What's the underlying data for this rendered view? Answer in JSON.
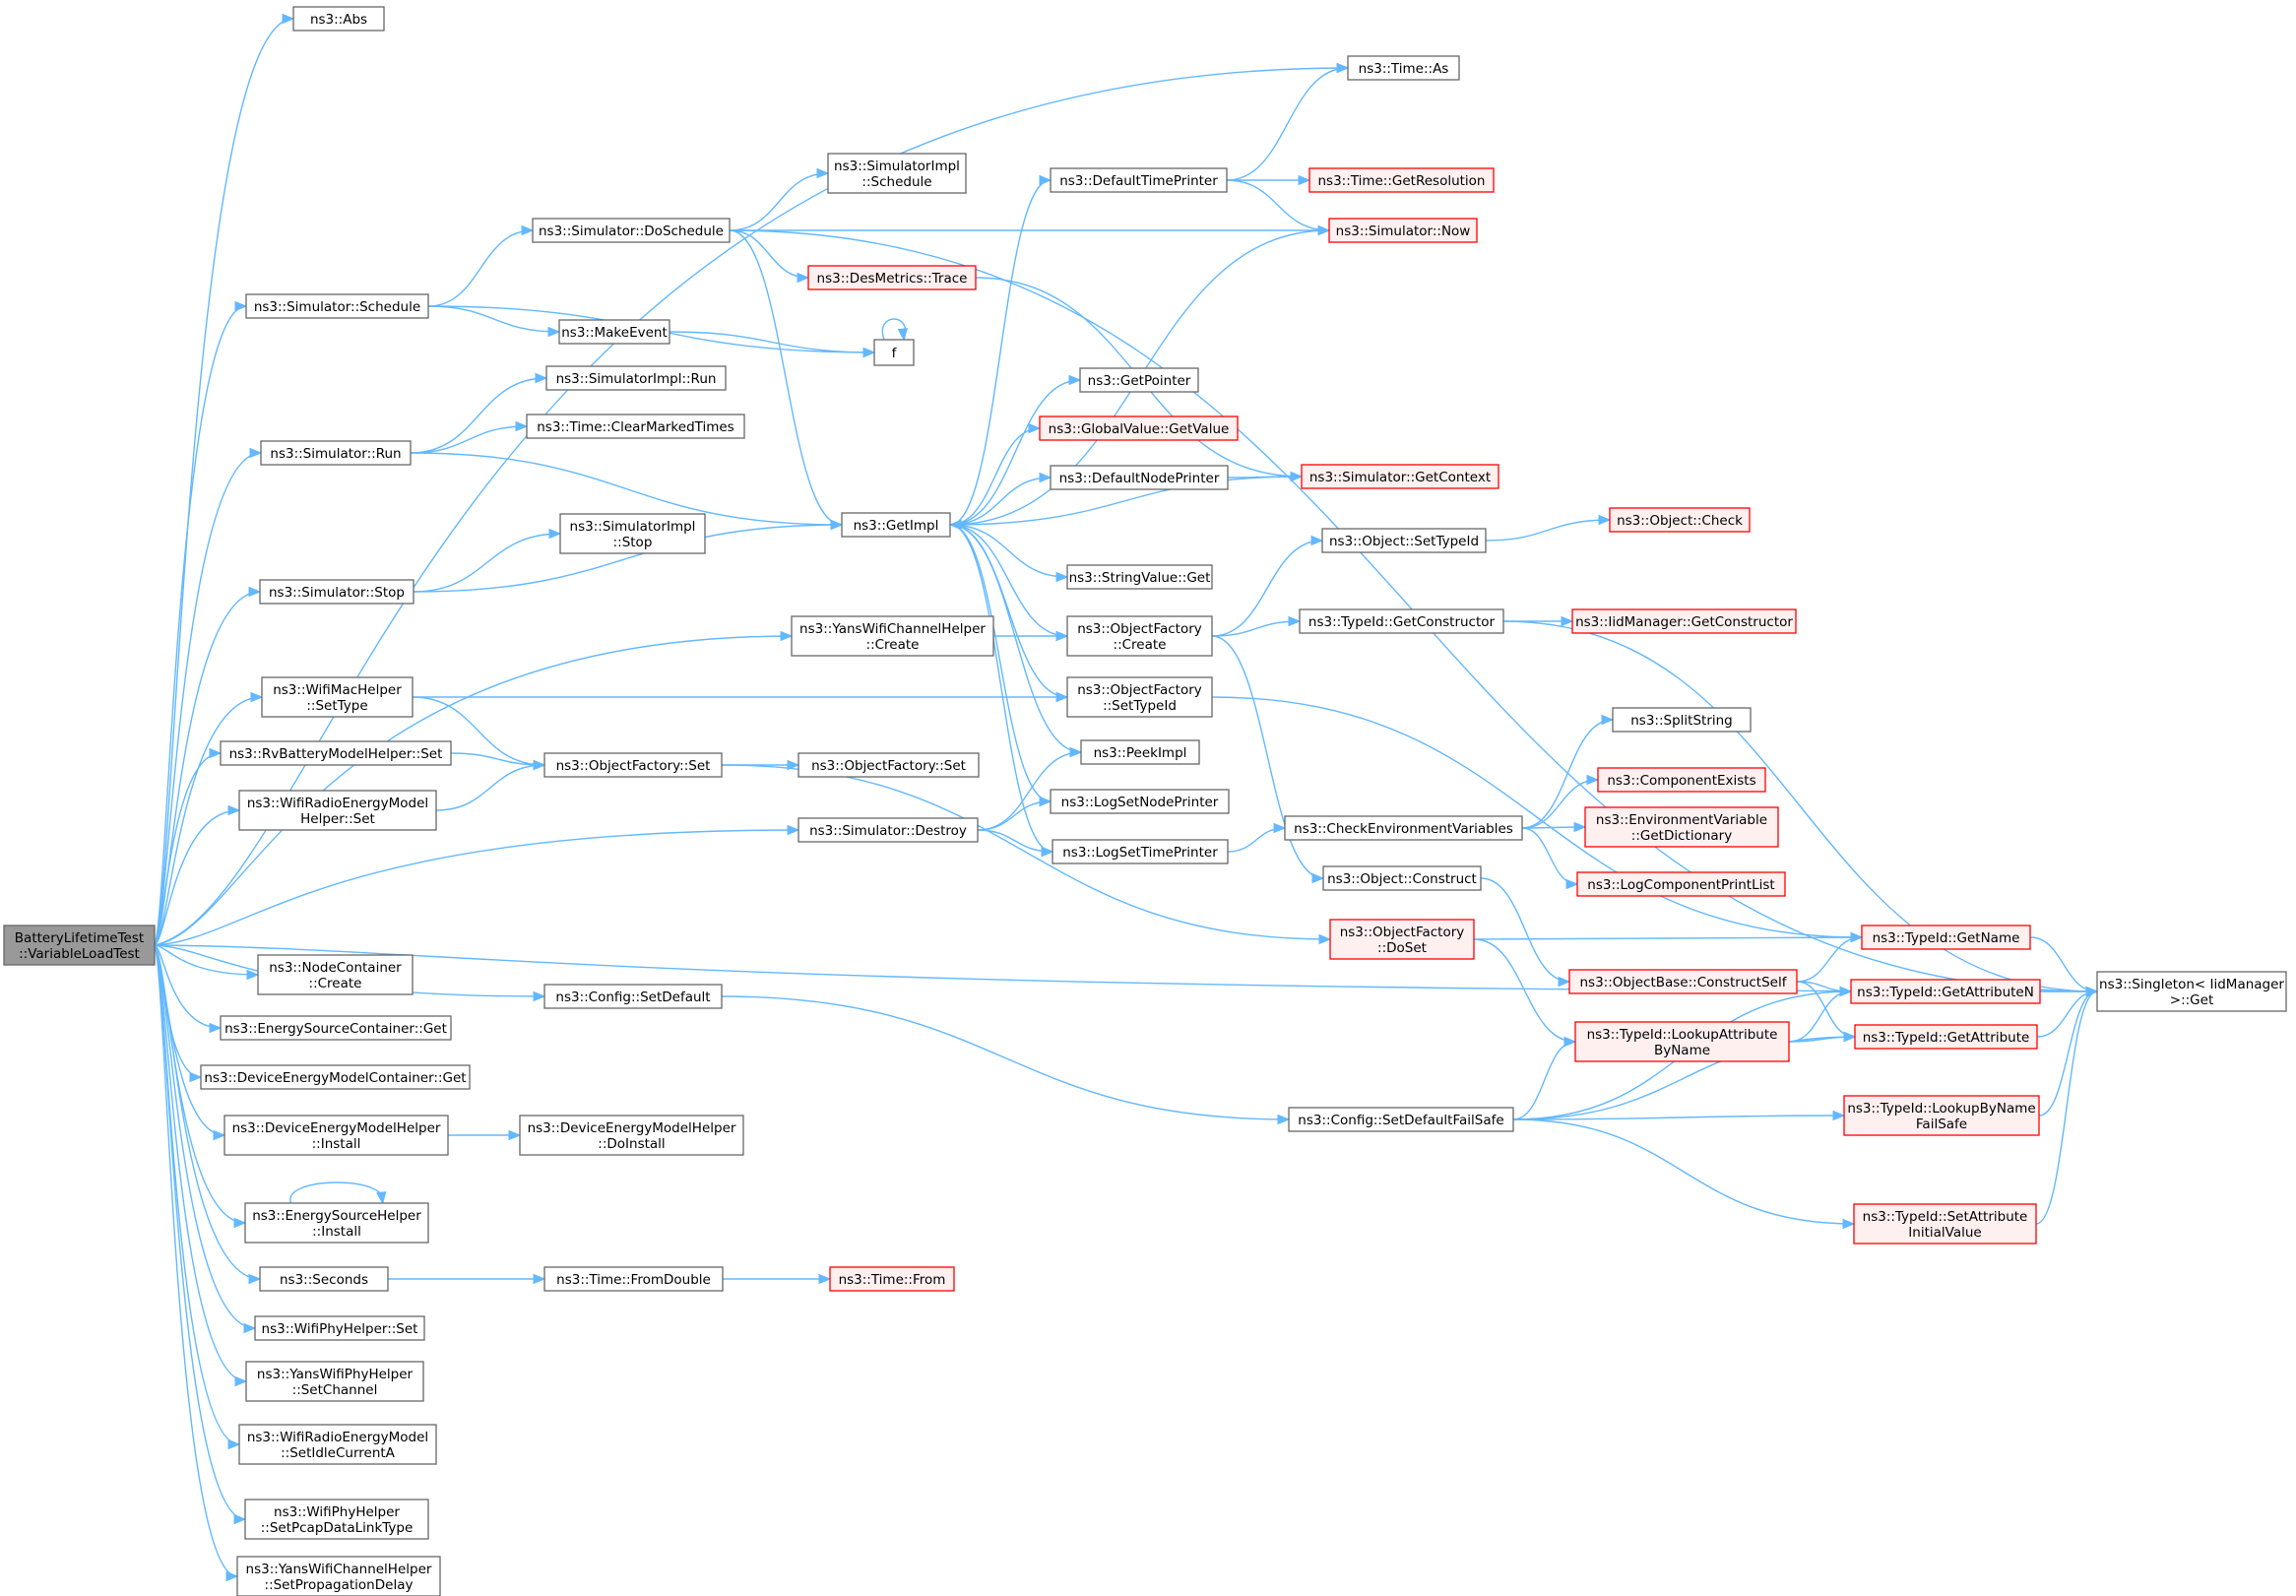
{
  "graph": {
    "root": "root",
    "colors": {
      "edge": "#63b8ff",
      "node_border": "#666666",
      "truncated_border": "#ff0000",
      "truncated_fill": "#fff0f0",
      "root_fill": "#999999"
    },
    "nodes": [
      {
        "id": "root",
        "lines": [
          "BatteryLifetimeTest",
          "::VariableLoadTest"
        ],
        "kind": "root"
      },
      {
        "id": "abs",
        "lines": [
          "ns3::Abs"
        ],
        "kind": "normal"
      },
      {
        "id": "timeas",
        "lines": [
          "ns3::Time::As"
        ],
        "kind": "normal"
      },
      {
        "id": "simimplsched",
        "lines": [
          "ns3::SimulatorImpl",
          "::Schedule"
        ],
        "kind": "normal"
      },
      {
        "id": "defprinter",
        "lines": [
          "ns3::DefaultTimePrinter"
        ],
        "kind": "normal"
      },
      {
        "id": "getres",
        "lines": [
          "ns3::Time::GetResolution"
        ],
        "kind": "truncated"
      },
      {
        "id": "simnow",
        "lines": [
          "ns3::Simulator::Now"
        ],
        "kind": "truncated"
      },
      {
        "id": "dosched",
        "lines": [
          "ns3::Simulator::DoSchedule"
        ],
        "kind": "normal"
      },
      {
        "id": "desm",
        "lines": [
          "ns3::DesMetrics::Trace"
        ],
        "kind": "truncated"
      },
      {
        "id": "simsched",
        "lines": [
          "ns3::Simulator::Schedule"
        ],
        "kind": "normal"
      },
      {
        "id": "makeevent",
        "lines": [
          "ns3::MakeEvent"
        ],
        "kind": "normal"
      },
      {
        "id": "f",
        "lines": [
          "f"
        ],
        "kind": "normal"
      },
      {
        "id": "getptr",
        "lines": [
          "ns3::GetPointer"
        ],
        "kind": "normal"
      },
      {
        "id": "simimplrun",
        "lines": [
          "ns3::SimulatorImpl::Run"
        ],
        "kind": "normal"
      },
      {
        "id": "gvget",
        "lines": [
          "ns3::GlobalValue::GetValue"
        ],
        "kind": "truncated"
      },
      {
        "id": "clearmarked",
        "lines": [
          "ns3::Time::ClearMarkedTimes"
        ],
        "kind": "normal"
      },
      {
        "id": "simrun",
        "lines": [
          "ns3::Simulator::Run"
        ],
        "kind": "normal"
      },
      {
        "id": "defnodeprinter",
        "lines": [
          "ns3::DefaultNodePrinter"
        ],
        "kind": "normal"
      },
      {
        "id": "getctx",
        "lines": [
          "ns3::Simulator::GetContext"
        ],
        "kind": "truncated"
      },
      {
        "id": "getimpl",
        "lines": [
          "ns3::GetImpl"
        ],
        "kind": "normal"
      },
      {
        "id": "objcheck",
        "lines": [
          "ns3::Object::Check"
        ],
        "kind": "truncated"
      },
      {
        "id": "simimplstop",
        "lines": [
          "ns3::SimulatorImpl",
          "::Stop"
        ],
        "kind": "normal"
      },
      {
        "id": "settypeid",
        "lines": [
          "ns3::Object::SetTypeId"
        ],
        "kind": "normal"
      },
      {
        "id": "strget",
        "lines": [
          "ns3::StringValue::Get"
        ],
        "kind": "normal"
      },
      {
        "id": "simstop",
        "lines": [
          "ns3::Simulator::Stop"
        ],
        "kind": "normal"
      },
      {
        "id": "yanschcreate",
        "lines": [
          "ns3::YansWifiChannelHelper",
          "::Create"
        ],
        "kind": "normal"
      },
      {
        "id": "ofcreate",
        "lines": [
          "ns3::ObjectFactory",
          "::Create"
        ],
        "kind": "normal"
      },
      {
        "id": "tidgetctor",
        "lines": [
          "ns3::TypeId::GetConstructor"
        ],
        "kind": "normal"
      },
      {
        "id": "iidgetctor",
        "lines": [
          "ns3::IidManager::GetConstructor"
        ],
        "kind": "truncated"
      },
      {
        "id": "wifimacset",
        "lines": [
          "ns3::WifiMacHelper",
          "::SetType"
        ],
        "kind": "normal"
      },
      {
        "id": "ofsettypeid",
        "lines": [
          "ns3::ObjectFactory",
          "::SetTypeId"
        ],
        "kind": "normal"
      },
      {
        "id": "splitstr",
        "lines": [
          "ns3::SplitString"
        ],
        "kind": "normal"
      },
      {
        "id": "rvset",
        "lines": [
          "ns3::RvBatteryModelHelper::Set"
        ],
        "kind": "normal"
      },
      {
        "id": "ofset",
        "lines": [
          "ns3::ObjectFactory::Set"
        ],
        "kind": "normal"
      },
      {
        "id": "ofset2",
        "lines": [
          "ns3::ObjectFactory::Set"
        ],
        "kind": "normal"
      },
      {
        "id": "peekimpl",
        "lines": [
          "ns3::PeekImpl"
        ],
        "kind": "normal"
      },
      {
        "id": "compexists",
        "lines": [
          "ns3::ComponentExists"
        ],
        "kind": "truncated"
      },
      {
        "id": "wifiradioset",
        "lines": [
          "ns3::WifiRadioEnergyModel",
          "Helper::Set"
        ],
        "kind": "normal"
      },
      {
        "id": "logsetnode",
        "lines": [
          "ns3::LogSetNodePrinter"
        ],
        "kind": "normal"
      },
      {
        "id": "checkenv",
        "lines": [
          "ns3::CheckEnvironmentVariables"
        ],
        "kind": "normal"
      },
      {
        "id": "envdict",
        "lines": [
          "ns3::EnvironmentVariable",
          "::GetDictionary"
        ],
        "kind": "truncated"
      },
      {
        "id": "simdestroy",
        "lines": [
          "ns3::Simulator::Destroy"
        ],
        "kind": "normal"
      },
      {
        "id": "logsettime",
        "lines": [
          "ns3::LogSetTimePrinter"
        ],
        "kind": "normal"
      },
      {
        "id": "logcomplist",
        "lines": [
          "ns3::LogComponentPrintList"
        ],
        "kind": "truncated"
      },
      {
        "id": "objconstruct",
        "lines": [
          "ns3::Object::Construct"
        ],
        "kind": "normal"
      },
      {
        "id": "ofdoset",
        "lines": [
          "ns3::ObjectFactory",
          "::DoSet"
        ],
        "kind": "truncated"
      },
      {
        "id": "tidgetname",
        "lines": [
          "ns3::TypeId::GetName"
        ],
        "kind": "truncated"
      },
      {
        "id": "nodecreate",
        "lines": [
          "ns3::NodeContainer",
          "::Create"
        ],
        "kind": "normal"
      },
      {
        "id": "cfgsetdef",
        "lines": [
          "ns3::Config::SetDefault"
        ],
        "kind": "normal"
      },
      {
        "id": "objbasecs",
        "lines": [
          "ns3::ObjectBase::ConstructSelf"
        ],
        "kind": "truncated"
      },
      {
        "id": "tidgetattrn",
        "lines": [
          "ns3::TypeId::GetAttributeN"
        ],
        "kind": "truncated"
      },
      {
        "id": "singleton",
        "lines": [
          "ns3::Singleton< IidManager",
          " >::Get"
        ],
        "kind": "normal"
      },
      {
        "id": "escget",
        "lines": [
          "ns3::EnergySourceContainer::Get"
        ],
        "kind": "normal"
      },
      {
        "id": "lookupattr",
        "lines": [
          "ns3::TypeId::LookupAttribute",
          "ByName"
        ],
        "kind": "truncated"
      },
      {
        "id": "tidgetattr",
        "lines": [
          "ns3::TypeId::GetAttribute"
        ],
        "kind": "truncated"
      },
      {
        "id": "demcget",
        "lines": [
          "ns3::DeviceEnergyModelContainer::Get"
        ],
        "kind": "normal"
      },
      {
        "id": "lookupfs",
        "lines": [
          "ns3::TypeId::LookupByName",
          "FailSafe"
        ],
        "kind": "truncated"
      },
      {
        "id": "cfgsetdeffs",
        "lines": [
          "ns3::Config::SetDefaultFailSafe"
        ],
        "kind": "normal"
      },
      {
        "id": "demhinstall",
        "lines": [
          "ns3::DeviceEnergyModelHelper",
          "::Install"
        ],
        "kind": "normal"
      },
      {
        "id": "demhdoinstall",
        "lines": [
          "ns3::DeviceEnergyModelHelper",
          "::DoInstall"
        ],
        "kind": "normal"
      },
      {
        "id": "eshinstall",
        "lines": [
          "ns3::EnergySourceHelper",
          "::Install"
        ],
        "kind": "normal"
      },
      {
        "id": "setattrinit",
        "lines": [
          "ns3::TypeId::SetAttribute",
          "InitialValue"
        ],
        "kind": "truncated"
      },
      {
        "id": "seconds",
        "lines": [
          "ns3::Seconds"
        ],
        "kind": "normal"
      },
      {
        "id": "fromdouble",
        "lines": [
          "ns3::Time::FromDouble"
        ],
        "kind": "normal"
      },
      {
        "id": "timefrom",
        "lines": [
          "ns3::Time::From"
        ],
        "kind": "truncated"
      },
      {
        "id": "physet",
        "lines": [
          "ns3::WifiPhyHelper::Set"
        ],
        "kind": "normal"
      },
      {
        "id": "yansphych",
        "lines": [
          "ns3::YansWifiPhyHelper",
          "::SetChannel"
        ],
        "kind": "normal"
      },
      {
        "id": "radioidle",
        "lines": [
          "ns3::WifiRadioEnergyModel",
          "::SetIdleCurrentA"
        ],
        "kind": "normal"
      },
      {
        "id": "pcaptype",
        "lines": [
          "ns3::WifiPhyHelper",
          "::SetPcapDataLinkType"
        ],
        "kind": "normal"
      },
      {
        "id": "propdelay",
        "lines": [
          "ns3::YansWifiChannelHelper",
          "::SetPropagationDelay"
        ],
        "kind": "normal"
      }
    ],
    "edges": [
      [
        "root",
        "abs"
      ],
      [
        "root",
        "timeas"
      ],
      [
        "root",
        "singleton"
      ],
      [
        "root",
        "simsched"
      ],
      [
        "root",
        "simrun"
      ],
      [
        "root",
        "simstop"
      ],
      [
        "root",
        "yanschcreate"
      ],
      [
        "root",
        "wifimacset"
      ],
      [
        "root",
        "rvset"
      ],
      [
        "root",
        "wifiradioset"
      ],
      [
        "root",
        "simdestroy"
      ],
      [
        "root",
        "nodecreate"
      ],
      [
        "root",
        "cfgsetdef"
      ],
      [
        "root",
        "escget"
      ],
      [
        "root",
        "demcget"
      ],
      [
        "root",
        "demhinstall"
      ],
      [
        "root",
        "eshinstall"
      ],
      [
        "root",
        "seconds"
      ],
      [
        "root",
        "physet"
      ],
      [
        "root",
        "yansphych"
      ],
      [
        "root",
        "radioidle"
      ],
      [
        "root",
        "pcaptype"
      ],
      [
        "root",
        "propdelay"
      ],
      [
        "simsched",
        "dosched"
      ],
      [
        "simsched",
        "makeevent"
      ],
      [
        "simsched",
        "f"
      ],
      [
        "makeevent",
        "f"
      ],
      [
        "f",
        "f"
      ],
      [
        "dosched",
        "simimplsched"
      ],
      [
        "dosched",
        "simnow"
      ],
      [
        "dosched",
        "desm"
      ],
      [
        "dosched",
        "getimpl"
      ],
      [
        "dosched",
        "singleton"
      ],
      [
        "desm",
        "getctx"
      ],
      [
        "defprinter",
        "timeas"
      ],
      [
        "defprinter",
        "getres"
      ],
      [
        "defprinter",
        "simnow"
      ],
      [
        "simnow",
        "getimpl"
      ],
      [
        "simrun",
        "simimplrun"
      ],
      [
        "simrun",
        "clearmarked"
      ],
      [
        "simrun",
        "getimpl"
      ],
      [
        "simstop",
        "simimplstop"
      ],
      [
        "simstop",
        "getimpl"
      ],
      [
        "getimpl",
        "defprinter"
      ],
      [
        "getimpl",
        "getptr"
      ],
      [
        "getimpl",
        "gvget"
      ],
      [
        "getimpl",
        "defnodeprinter"
      ],
      [
        "getimpl",
        "strget"
      ],
      [
        "getimpl",
        "ofcreate"
      ],
      [
        "getimpl",
        "ofsettypeid"
      ],
      [
        "getimpl",
        "peekimpl"
      ],
      [
        "getimpl",
        "logsetnode"
      ],
      [
        "getimpl",
        "logsettime"
      ],
      [
        "defnodeprinter",
        "getctx"
      ],
      [
        "getctx",
        "getimpl"
      ],
      [
        "yanschcreate",
        "ofcreate"
      ],
      [
        "ofcreate",
        "settypeid"
      ],
      [
        "ofcreate",
        "tidgetctor"
      ],
      [
        "ofcreate",
        "objconstruct"
      ],
      [
        "settypeid",
        "objcheck"
      ],
      [
        "tidgetctor",
        "iidgetctor"
      ],
      [
        "tidgetctor",
        "singleton"
      ],
      [
        "wifimacset",
        "ofsettypeid"
      ],
      [
        "wifimacset",
        "ofset"
      ],
      [
        "ofsettypeid",
        "tidgetname"
      ],
      [
        "rvset",
        "ofset"
      ],
      [
        "wifiradioset",
        "ofset"
      ],
      [
        "ofset",
        "ofset2"
      ],
      [
        "ofset",
        "ofdoset"
      ],
      [
        "simdestroy",
        "peekimpl"
      ],
      [
        "simdestroy",
        "logsetnode"
      ],
      [
        "simdestroy",
        "logsettime"
      ],
      [
        "logsettime",
        "checkenv"
      ],
      [
        "checkenv",
        "splitstr"
      ],
      [
        "checkenv",
        "compexists"
      ],
      [
        "checkenv",
        "envdict"
      ],
      [
        "checkenv",
        "logcomplist"
      ],
      [
        "objconstruct",
        "objbasecs"
      ],
      [
        "ofdoset",
        "tidgetname"
      ],
      [
        "ofdoset",
        "lookupattr"
      ],
      [
        "objbasecs",
        "tidgetname"
      ],
      [
        "objbasecs",
        "tidgetattrn"
      ],
      [
        "objbasecs",
        "tidgetattr"
      ],
      [
        "lookupattr",
        "tidgetattrn"
      ],
      [
        "lookupattr",
        "tidgetattr"
      ],
      [
        "tidgetname",
        "singleton"
      ],
      [
        "tidgetattrn",
        "singleton"
      ],
      [
        "tidgetattr",
        "singleton"
      ],
      [
        "lookupfs",
        "singleton"
      ],
      [
        "setattrinit",
        "singleton"
      ],
      [
        "cfgsetdef",
        "cfgsetdeffs"
      ],
      [
        "cfgsetdeffs",
        "lookupattr"
      ],
      [
        "cfgsetdeffs",
        "tidgetattrn"
      ],
      [
        "cfgsetdeffs",
        "tidgetattr"
      ],
      [
        "cfgsetdeffs",
        "lookupfs"
      ],
      [
        "cfgsetdeffs",
        "setattrinit"
      ],
      [
        "demhinstall",
        "demhdoinstall"
      ],
      [
        "eshinstall",
        "eshinstall"
      ],
      [
        "seconds",
        "fromdouble"
      ],
      [
        "fromdouble",
        "timefrom"
      ]
    ]
  }
}
